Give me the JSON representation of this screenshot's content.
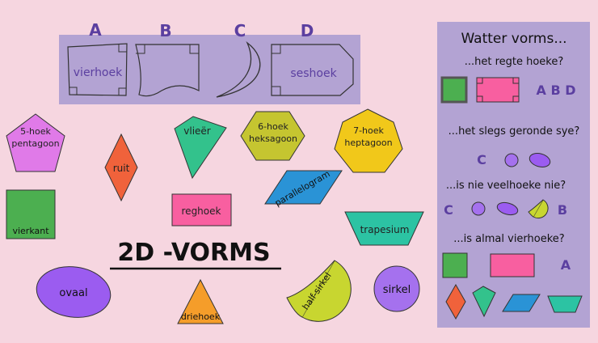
{
  "title": "2D -VORMS",
  "top_panel": {
    "letters": [
      "A",
      "B",
      "C",
      "D"
    ],
    "shape_labels": {
      "a": "vierhoek",
      "d": "seshoek"
    }
  },
  "shapes": {
    "pentagon": [
      "5-hoek",
      "pentagoon"
    ],
    "kite": "vlieër",
    "hexagon": [
      "6-hoek",
      "heksagoon"
    ],
    "heptagon": [
      "7-hoek",
      "heptagoon"
    ],
    "rhombus": "ruit",
    "rectangle": "reghoek",
    "parallelogram": "parallelogram",
    "square": "vierkant",
    "trapezium": "trapesium",
    "oval": "ovaal",
    "triangle": "driehoek",
    "half_circle": "half-sirkel",
    "circle": "sirkel"
  },
  "quiz": {
    "heading": "Watter vorms...",
    "q1": "...het regte hoeke?",
    "q1_answer": "A B D",
    "q2": "...het slegs geronde sye?",
    "q2_answer": "C",
    "q3": "...is nie veelhoeke nie?",
    "q3_answer_start": "C",
    "q3_answer_end": "B",
    "q4": "...is almal vierhoeke?",
    "q4_answer": "A"
  },
  "colors": {
    "background": "#f6d6e0",
    "panel": "#b3a3d3",
    "letter": "#5b3fa0",
    "pentagon": "#e07ae8",
    "kite": "#33c28c",
    "hexagon": "#c5c530",
    "heptagon": "#f1c81a",
    "rhombus": "#f0623b",
    "rectangle": "#f85fa0",
    "parallelogram": "#2a93d6",
    "square": "#4caf50",
    "trapezium": "#2cc3a3",
    "oval": "#9b5cf0",
    "triangle": "#f59d2a",
    "half_circle": "#c8d630",
    "circle": "#a571ee"
  }
}
